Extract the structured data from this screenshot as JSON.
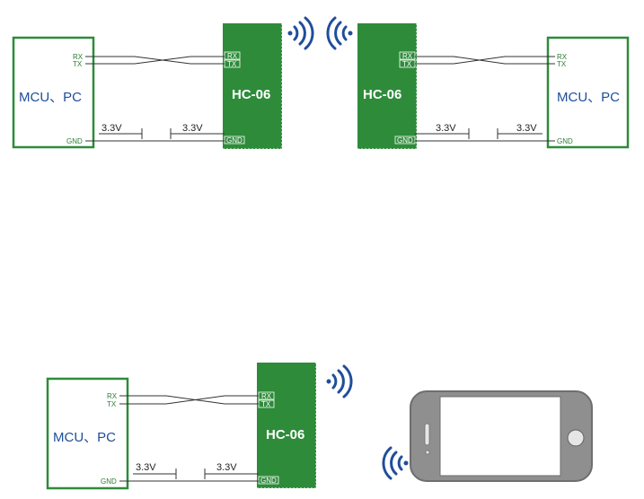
{
  "colors": {
    "mcu_border": "#2e8b3a",
    "module_fill": "#2e8b3a",
    "text_blue": "#1f4e9a",
    "signal_blue": "#1f4e9a",
    "wire": "#333333",
    "phone_body": "#8f8f8f",
    "phone_screen": "#ffffff"
  },
  "diagram_1": {
    "mcu": {
      "label": "MCU、PC",
      "rx": "RX",
      "tx": "TX",
      "gnd": "GND"
    },
    "module": {
      "name": "HC-06",
      "rx": "RX",
      "tx": "TX",
      "gnd": "GND"
    },
    "voltages": [
      "3.3V",
      "3.3V"
    ],
    "signal_icon": "wireless-signal-icon"
  },
  "diagram_2": {
    "mcu": {
      "label": "MCU、PC",
      "rx": "RX",
      "tx": "TX",
      "gnd": "GND"
    },
    "module": {
      "name": "HC-06",
      "rx": "RX",
      "tx": "TX",
      "gnd": "GND"
    },
    "voltages": [
      "3.3V",
      "3.3V"
    ],
    "signal_icon": "wireless-signal-icon"
  },
  "diagram_3": {
    "mcu": {
      "label": "MCU、PC",
      "rx": "RX",
      "tx": "TX",
      "gnd": "GND"
    },
    "module": {
      "name": "HC-06",
      "rx": "RX",
      "tx": "TX",
      "gnd": "GND"
    },
    "voltages": [
      "3.3V",
      "3.3V"
    ],
    "signal_icon": "wireless-signal-icon",
    "phone_icon": "smartphone-icon"
  }
}
